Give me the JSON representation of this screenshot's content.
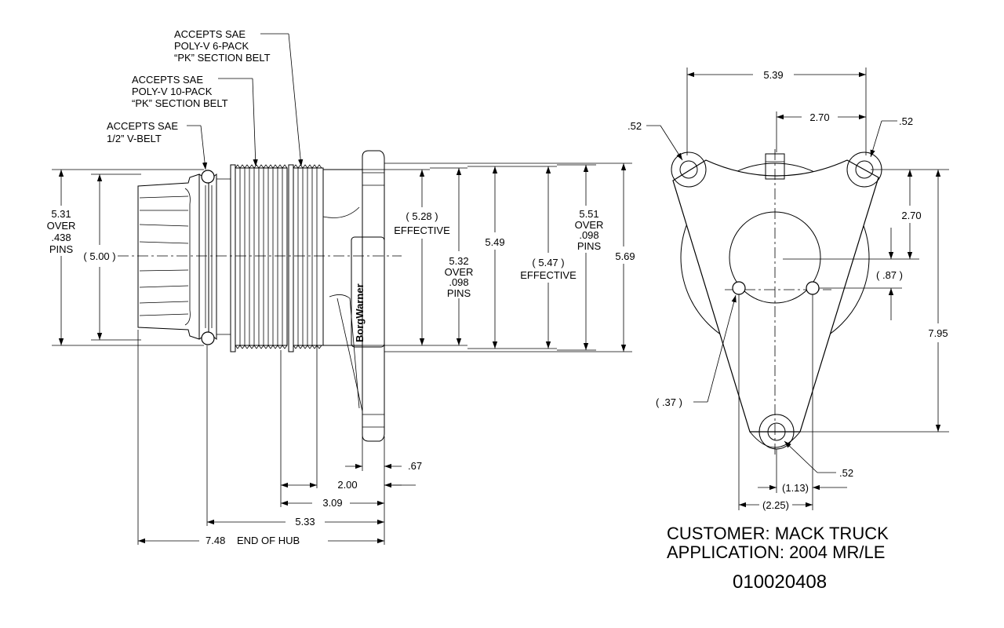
{
  "notes": {
    "belt_6pk": [
      "ACCEPTS SAE",
      "POLY-V 6-PACK",
      "“PK” SECTION BELT"
    ],
    "belt_10pk": [
      "ACCEPTS SAE",
      "POLY-V 10-PACK",
      "“PK” SECTION BELT"
    ],
    "vbelt": [
      "ACCEPTS SAE",
      "1/2” V-BELT"
    ]
  },
  "side_view": {
    "d_531": [
      "5.31",
      "OVER",
      ".438",
      "PINS"
    ],
    "d_500": "( 5.00 )",
    "d_528": [
      "(  5.28  )",
      "EFFECTIVE"
    ],
    "d_532": [
      "5.32",
      "OVER",
      ".098",
      "PINS"
    ],
    "d_549": "5.49",
    "d_547": [
      "(  5.47  )",
      "EFFECTIVE"
    ],
    "d_551": [
      "5.51",
      "OVER",
      ".098",
      "PINS"
    ],
    "d_569": "5.69",
    "d_067": ".67",
    "d_200": "2.00",
    "d_309": "3.09",
    "d_533": "5.33",
    "d_748": "7.48",
    "end_of_hub": "END OF HUB",
    "brand": "BorgWarner"
  },
  "front_view": {
    "d_539": "5.39",
    "d_270_top": "2.70",
    "d_052_left": ".52",
    "d_052_right": ".52",
    "d_270_side": "2.70",
    "d_087": "(  .87  )",
    "d_795": "7.95",
    "d_037": "(  .37   )",
    "d_052_bottom": ".52",
    "d_113": "(1.13)",
    "d_225": "(2.25)"
  },
  "title_block": {
    "customer": "CUSTOMER:  MACK TRUCK",
    "application": "APPLICATION:  2004 MR/LE",
    "part_number": "010020408"
  }
}
